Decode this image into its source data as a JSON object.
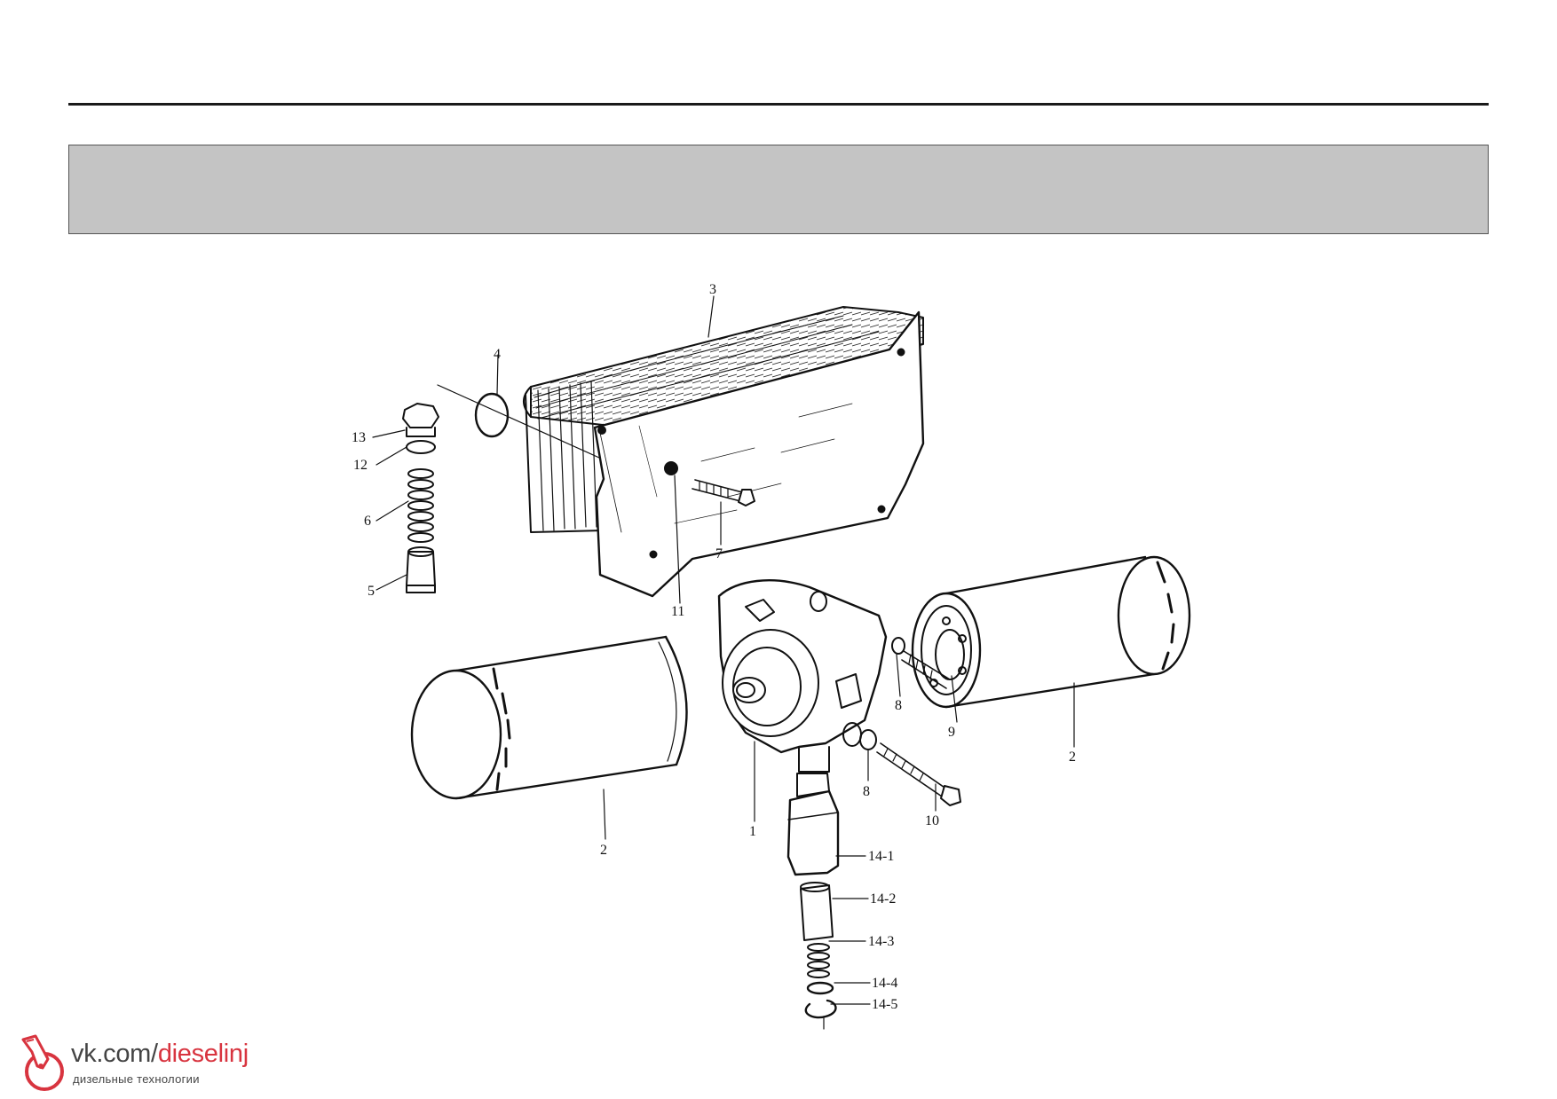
{
  "figure": {
    "callouts": {
      "c1": "1",
      "c2a": "2",
      "c2b": "2",
      "c3": "3",
      "c4": "4",
      "c5": "5",
      "c6": "6",
      "c7": "7",
      "c8a": "8",
      "c8b": "8",
      "c9": "9",
      "c10": "10",
      "c11": "11",
      "c12": "12",
      "c13": "13",
      "c14_1": "14-1",
      "c14_2": "14-2",
      "c14_3": "14-3",
      "c14_4": "14-4",
      "c14_5": "14-5"
    }
  },
  "watermark": {
    "url_prefix": "vk.com/",
    "url_accent": "dieselinj",
    "subtitle": "дизельные технологии"
  },
  "colors": {
    "header_band": "#c4c4c4",
    "line": "#111111",
    "accent": "#d8343f"
  }
}
